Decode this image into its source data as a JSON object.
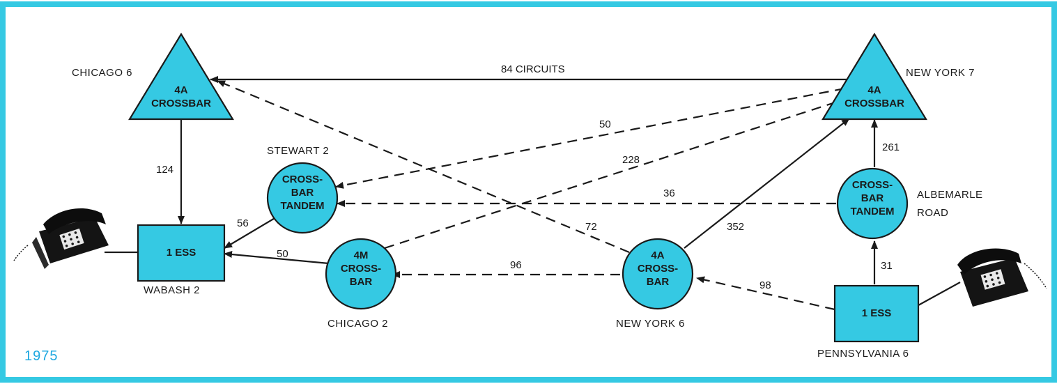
{
  "year": "1975",
  "colors": {
    "node_fill": "#35c9e3",
    "border": "#35c9e3",
    "line": "#1a1a1a",
    "year": "#1fa8e0"
  },
  "nodes": {
    "chicago6": {
      "name": "CHICAGO 6",
      "line1": "4A",
      "line2": "CROSSBAR"
    },
    "newyork7": {
      "name": "NEW YORK 7",
      "line1": "4A",
      "line2": "CROSSBAR"
    },
    "stewart2": {
      "name": "STEWART 2",
      "line1": "CROSS-",
      "line2": "BAR",
      "line3": "TANDEM"
    },
    "albemarle": {
      "name_line1": "ALBEMARLE",
      "name_line2": "ROAD",
      "line1": "CROSS-",
      "line2": "BAR",
      "line3": "TANDEM"
    },
    "wabash2": {
      "name": "WABASH 2",
      "line1": "1 ESS"
    },
    "chicago2": {
      "name": "CHICAGO 2",
      "line1": "4M",
      "line2": "CROSS-",
      "line3": "BAR"
    },
    "newyork6": {
      "name": "NEW YORK 6",
      "line1": "4A",
      "line2": "CROSS-",
      "line3": "BAR"
    },
    "pennsylvania6": {
      "name": "PENNSYLVANIA 6",
      "line1": "1 ESS"
    }
  },
  "links": {
    "ny7_chi6": "84 CIRCUITS",
    "chi6_wab2": "124",
    "ny7_stew2": "50",
    "chi2_ny7": "228",
    "alb_stew2": "36",
    "stew2_wab2": "56",
    "ny6_chi6": "72",
    "ny6_ny7": "352",
    "chi2_wab2": "50",
    "ny6_chi2": "96",
    "alb_ny7": "261",
    "penn6_ny6": "98",
    "penn6_alb": "31"
  }
}
